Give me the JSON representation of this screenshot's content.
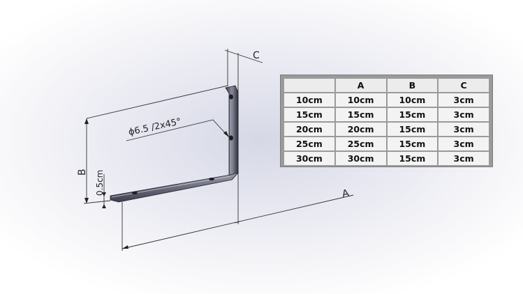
{
  "drawing": {
    "hole_callout": "ϕ6.5 /2x45°",
    "label_a": "A",
    "label_b": "B",
    "label_c": "C",
    "thickness_label": "0.5cm"
  },
  "table": {
    "headers": [
      "",
      "A",
      "B",
      "C"
    ],
    "rows": [
      [
        "10cm",
        "10cm",
        "10cm",
        "3cm"
      ],
      [
        "15cm",
        "15cm",
        "15cm",
        "3cm"
      ],
      [
        "20cm",
        "20cm",
        "15cm",
        "3cm"
      ],
      [
        "25cm",
        "25cm",
        "15cm",
        "3cm"
      ],
      [
        "30cm",
        "30cm",
        "15cm",
        "3cm"
      ]
    ]
  }
}
